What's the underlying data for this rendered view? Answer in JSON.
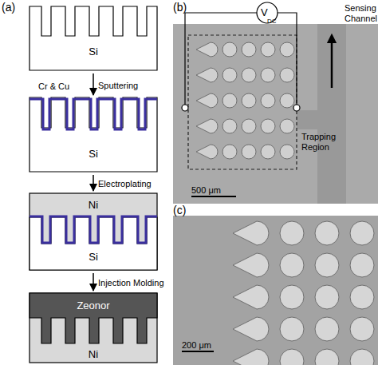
{
  "diagram": {
    "nodes": [
      {
        "text": [
          "Si"
        ]
      },
      {
        "text": [
          "Si"
        ]
      },
      {
        "text": [
          "Ni",
          "Si"
        ]
      },
      {
        "text": [
          "Zeonor",
          "Ni"
        ]
      }
    ],
    "edges": [
      {
        "from": 0,
        "to": 1,
        "arrow": "to",
        "label": "Sputtering"
      },
      {
        "from": 1,
        "to": 2,
        "arrow": "to",
        "label": "Electroplating"
      },
      {
        "from": 2,
        "to": 3,
        "arrow": "to",
        "label": "Injection Molding"
      }
    ],
    "labels": [
      "(a)",
      "Cr & Cu",
      "(b)",
      "V",
      "DC",
      "Sensing Channel",
      "Trapping Region",
      "500 μm",
      "(c)",
      "200 μm"
    ]
  }
}
